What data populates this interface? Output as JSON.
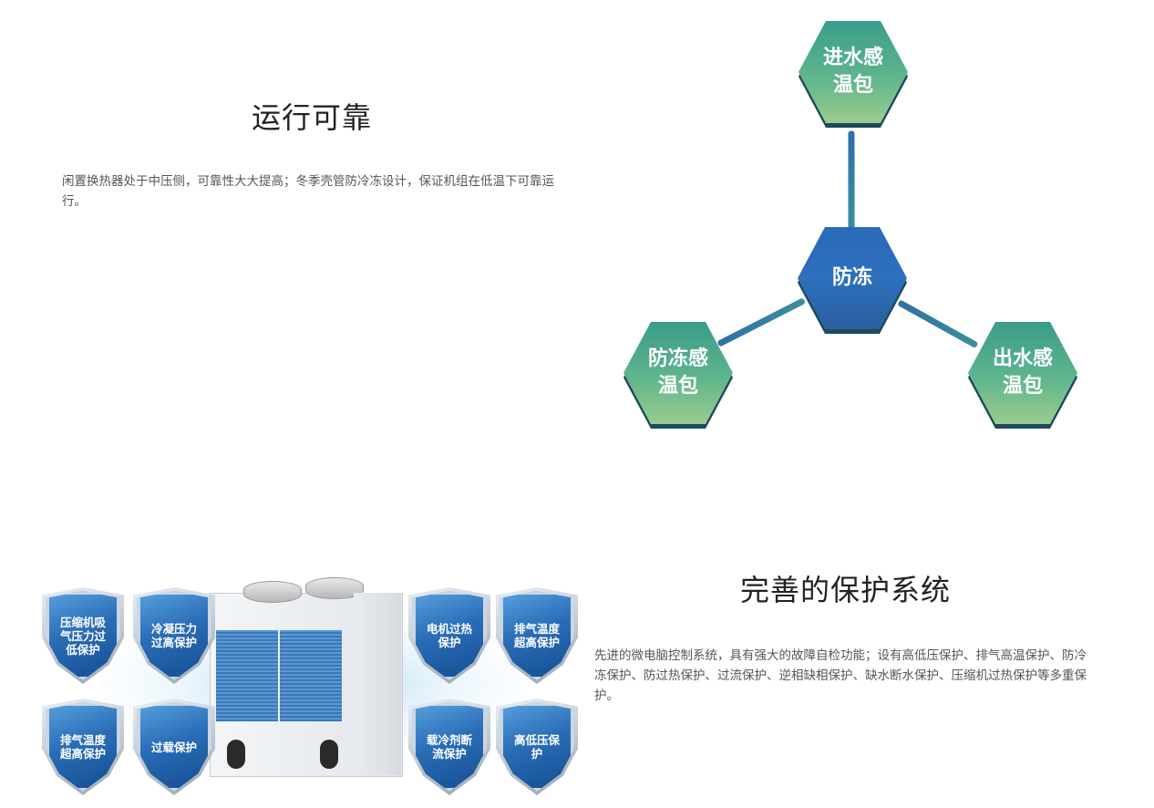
{
  "section_reliable": {
    "title": "运行可靠",
    "description": "闲置换热器处于中压侧，可靠性大大提高；冬季壳管防冷冻设计，保证机组在低温下可靠运行。"
  },
  "antifreeze_diagram": {
    "center": "防冻",
    "inlet_sensor": "进水感温包",
    "antifreeze_sensor": "防冻感温包",
    "outlet_sensor": "出水感温包"
  },
  "section_protection": {
    "title": "完善的保护系统",
    "description": "先进的微电脑控制系统，具有强大的故障自检功能；设有高低压保护、排气高温保护、防冷冻保护、防过热保护、过流保护、逆相缺相保护、缺水断水保护、压缩机过热保护等多重保护。"
  },
  "protection_shields": [
    "压缩机吸气压力过低保护",
    "冷凝压力过高保护",
    "电机过热保护",
    "排气温度超高保护",
    "排气温度超高保护",
    "过载保护",
    "载冷剂断流保护",
    "高低压保护"
  ],
  "colors": {
    "hex_green": "#5fb58c",
    "hex_blue": "#2d70bd",
    "shield_blue": "#2a6db7"
  }
}
